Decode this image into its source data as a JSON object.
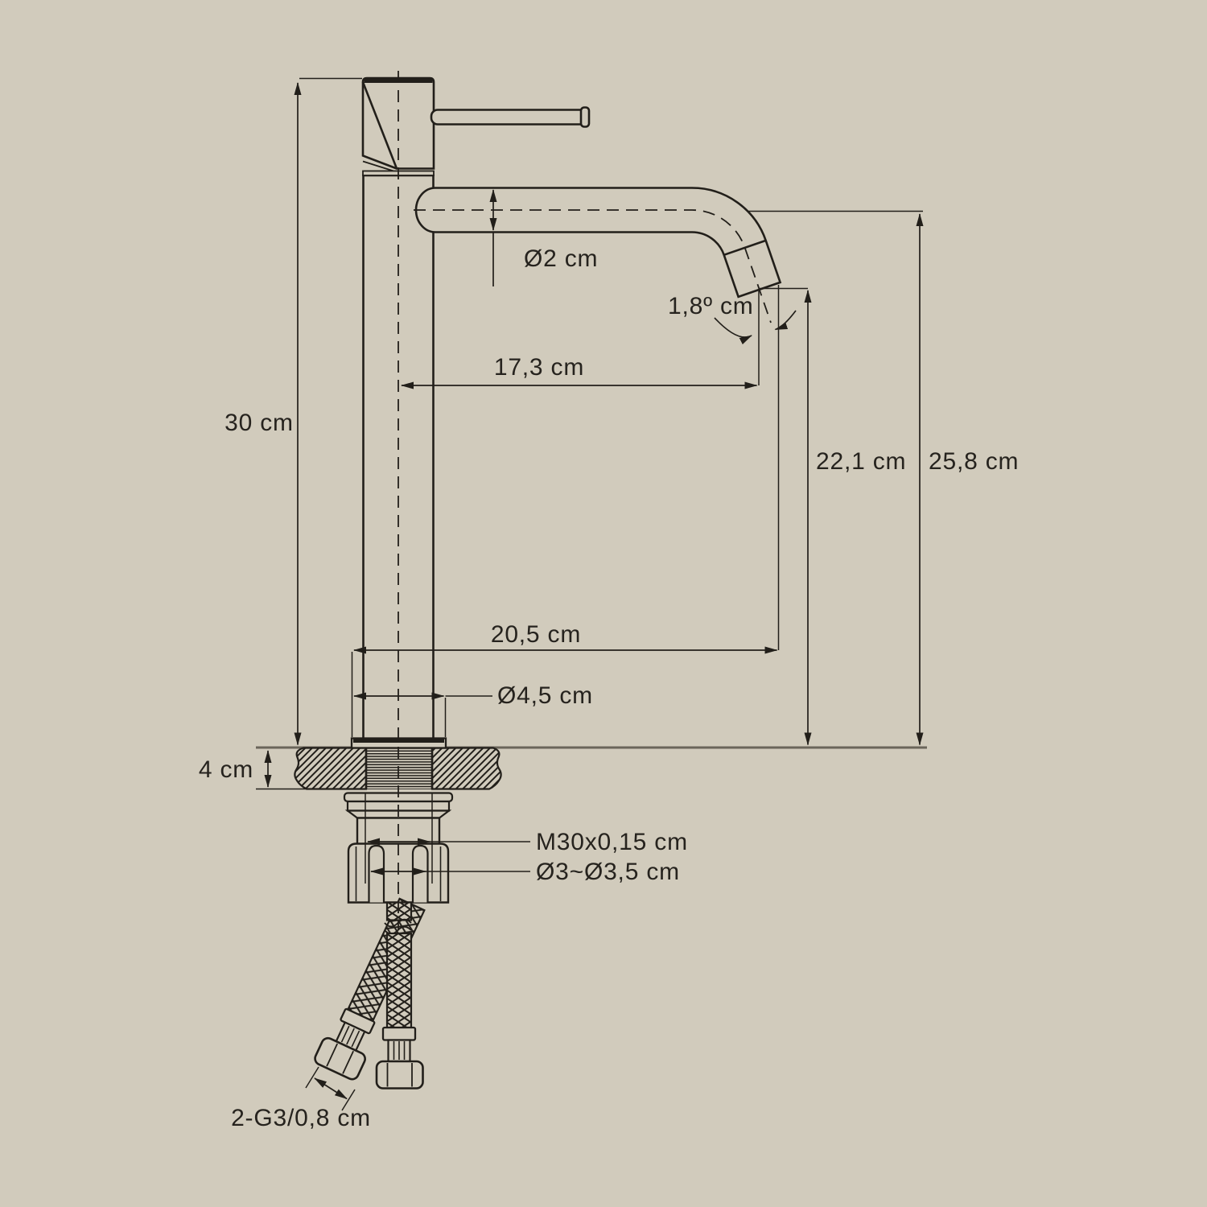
{
  "diagram": {
    "title": "tall-basin-faucet-dimension-drawing",
    "unit": "cm",
    "colors": {
      "background": "#d1cbbc",
      "ink": "#221f1a",
      "counter_line": "#6a655a"
    },
    "labels": {
      "total_height": "30 cm",
      "spout_tube_diameter": "Ø2 cm",
      "outlet_angle": "1,8º cm",
      "spout_reach_from_center": "17,3 cm",
      "outlet_height": "22,1 cm",
      "spout_height": "25,8 cm",
      "total_reach": "20,5 cm",
      "base_diameter": "Ø4,5 cm",
      "deck_thickness": "4 cm",
      "thread_spec": "M30x0,15 cm",
      "hole_diameter": "Ø3~Ø3,5 cm",
      "hose_connector": "2-G3/0,8 cm"
    }
  }
}
